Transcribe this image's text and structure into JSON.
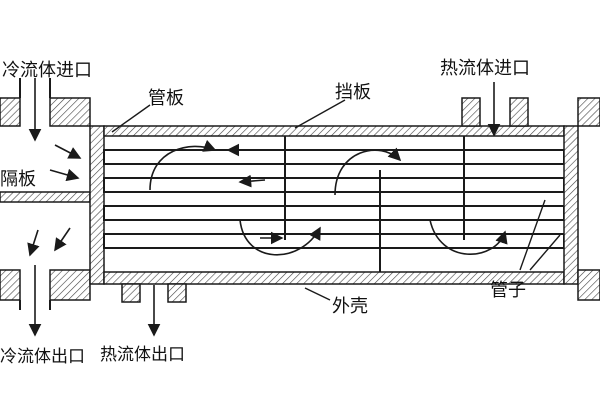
{
  "labels": {
    "cold_in": "冷流体进口",
    "hot_in": "热流体进口",
    "tube_sheet": "管板",
    "baffle": "挡板",
    "partition": "隔板",
    "shell": "外壳",
    "tubes": "管子",
    "cold_out": "冷流体出口",
    "hot_out": "热流体出口"
  },
  "colors": {
    "line": "#1a1a1a",
    "background": "#ffffff"
  }
}
